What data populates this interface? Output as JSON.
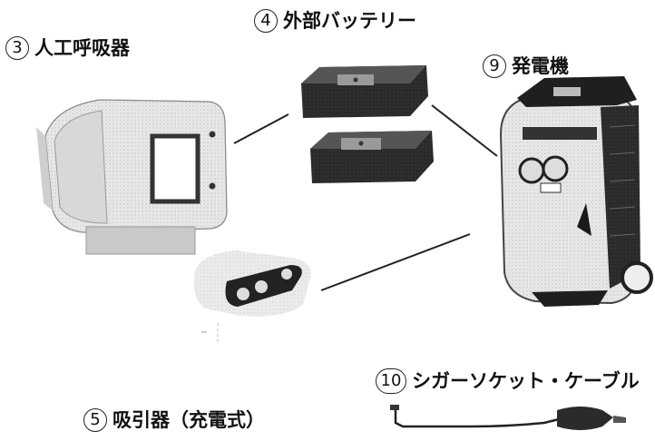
{
  "items": [
    {
      "number": "3",
      "name": "人工呼吸器"
    },
    {
      "number": "4",
      "name": "外部バッテリー"
    },
    {
      "number": "9",
      "name": "発電機"
    },
    {
      "number": "5",
      "name": "吸引器（充電式）"
    },
    {
      "number": "10",
      "name": "シガーソケット・ケーブル"
    }
  ]
}
